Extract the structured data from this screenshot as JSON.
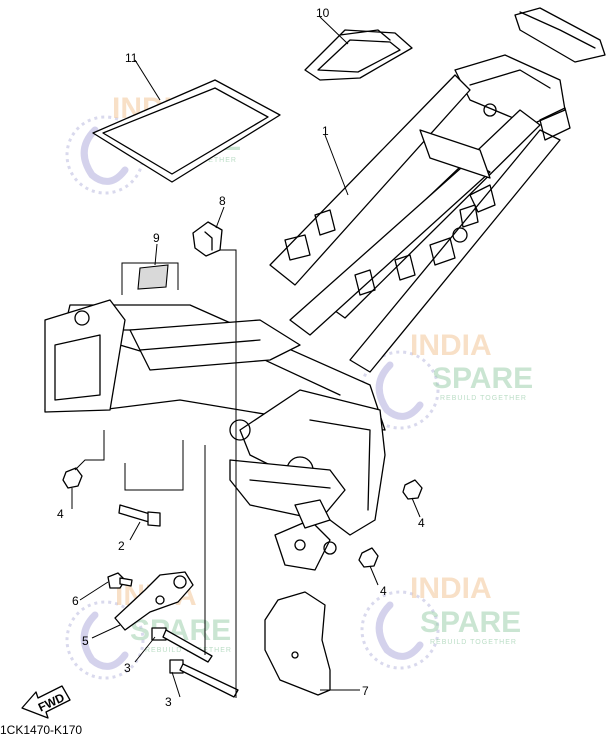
{
  "diagram": {
    "callouts": [
      {
        "id": "c1",
        "label": "1"
      },
      {
        "id": "c2",
        "label": "2"
      },
      {
        "id": "c3a",
        "label": "3"
      },
      {
        "id": "c3b",
        "label": "3"
      },
      {
        "id": "c4a",
        "label": "4"
      },
      {
        "id": "c4b",
        "label": "4"
      },
      {
        "id": "c4c",
        "label": "4"
      },
      {
        "id": "c5",
        "label": "5"
      },
      {
        "id": "c6",
        "label": "6"
      },
      {
        "id": "c7",
        "label": "7"
      },
      {
        "id": "c8",
        "label": "8"
      },
      {
        "id": "c9",
        "label": "9"
      },
      {
        "id": "c10",
        "label": "10"
      },
      {
        "id": "c11",
        "label": "11"
      }
    ],
    "fwd_label": "FWD",
    "code": "1CK1470-K170"
  },
  "watermark": {
    "line1": "INDIA",
    "line2": "SPARE",
    "tagline": "REBUILD TOGETHER",
    "colors": {
      "india": "#f4c79a",
      "spare": "#9fd0ae",
      "logo": "#b8b4e0"
    }
  }
}
